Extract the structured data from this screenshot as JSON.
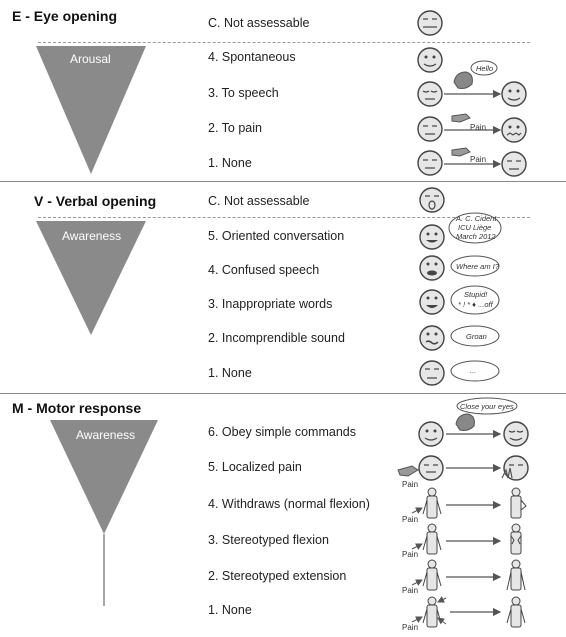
{
  "sections": {
    "eye": {
      "title": "E - Eye opening",
      "scale_label": "Arousal",
      "items": [
        "C. Not assessable",
        "4. Spontaneous",
        "3. To speech",
        "2. To pain",
        "1. None"
      ]
    },
    "verbal": {
      "title": "V - Verbal opening",
      "scale_label": "Awareness",
      "items": [
        "C. Not assessable",
        "5. Oriented conversation",
        "4. Confused speech",
        "3. Inappropriate words",
        "2. Incomprendible sound",
        "1. None"
      ]
    },
    "motor": {
      "title": "M - Motor response",
      "scale_label": "Awareness",
      "items": [
        "6. Obey simple commands",
        "5. Localized pain",
        "4. Withdraws (normal flexion)",
        "3. Stereotyped flexion",
        "2. Stereotyped  extension",
        "1. None"
      ]
    }
  },
  "bubbles": {
    "hello": "Hello",
    "oriented": [
      "A. C. Cident",
      "ICU Liège",
      "March 2012"
    ],
    "confused": "Where am I?",
    "inappropriate": [
      "Stupid!",
      "* ! * ♦ ...off"
    ],
    "incomprehensible": "Groan",
    "none": "...",
    "command": "Close your eyes"
  },
  "stimulus_labels": {
    "pain": "Pain"
  },
  "colors": {
    "triangle": "#8a8a8a",
    "face_fill": "#e6e6e6",
    "face_stroke": "#444444",
    "rule": "#888888"
  }
}
